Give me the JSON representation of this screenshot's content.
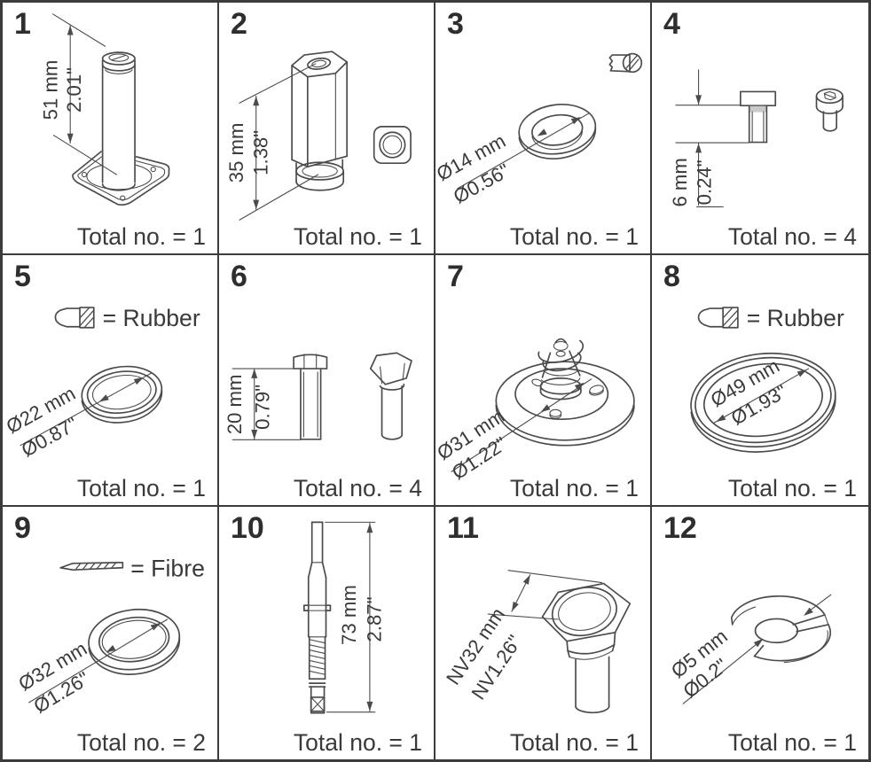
{
  "colors": {
    "line": "#4b4b4e",
    "text": "#3a3a3c",
    "border": "#3c3c3e",
    "background": "#ffffff"
  },
  "cells": [
    {
      "number": "1",
      "part": "armature-pin-on-square-plate",
      "dim_primary": "51 mm",
      "dim_secondary": "2.01\"",
      "total": "Total no. = 1"
    },
    {
      "number": "2",
      "part": "hex-adapter-and-square-nut",
      "dim_primary": "35 mm",
      "dim_secondary": "1.38\"",
      "total": "Total no. = 1"
    },
    {
      "number": "3",
      "part": "flat-washer",
      "dim_primary": "Ø14 mm",
      "dim_secondary": "Ø0.56\"",
      "total": "Total no. = 1"
    },
    {
      "number": "4",
      "part": "socket-head-screw",
      "dim_primary": "6 mm",
      "dim_secondary": "0.24\"",
      "total": "Total no. = 4"
    },
    {
      "number": "5",
      "part": "o-ring",
      "legend": "= Rubber",
      "dim_primary": "Ø22 mm",
      "dim_secondary": "Ø0.87\"",
      "total": "Total no. = 1"
    },
    {
      "number": "6",
      "part": "hex-bolt",
      "dim_primary": "20 mm",
      "dim_secondary": "0.79\"",
      "total": "Total no. = 4"
    },
    {
      "number": "7",
      "part": "valve-plate-with-spring",
      "dim_primary": "Ø31 mm",
      "dim_secondary": "Ø1.22\"",
      "total": "Total no. = 1"
    },
    {
      "number": "8",
      "part": "o-ring-large",
      "legend": "= Rubber",
      "dim_primary": "Ø49 mm",
      "dim_secondary": "Ø1.93\"",
      "total": "Total no. = 1"
    },
    {
      "number": "9",
      "part": "fibre-gasket",
      "legend": "= Fibre",
      "dim_primary": "Ø32 mm",
      "dim_secondary": "Ø1.26\"",
      "total": "Total no. = 2"
    },
    {
      "number": "10",
      "part": "spindle",
      "dim_primary": "73 mm",
      "dim_secondary": "2.87\"",
      "total": "Total no. = 1"
    },
    {
      "number": "11",
      "part": "hex-plug",
      "dim_primary": "NV32 mm",
      "dim_secondary": "NV1.26\"",
      "total": "Total no. = 1"
    },
    {
      "number": "12",
      "part": "slotted-lock-washer",
      "dim_primary": "Ø5 mm",
      "dim_secondary": "Ø0.2\"",
      "total": "Total no. = 1"
    }
  ]
}
